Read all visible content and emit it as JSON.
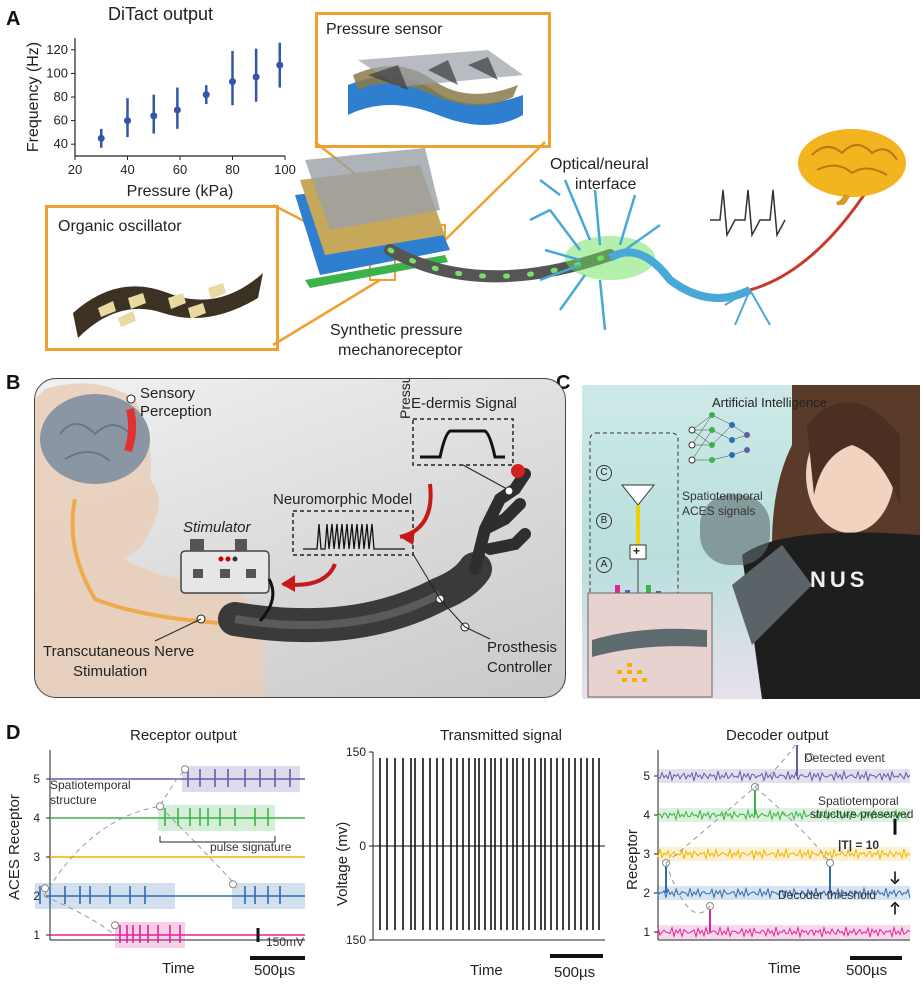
{
  "panels": {
    "a": "A",
    "b": "B",
    "c": "C",
    "d": "D"
  },
  "panelA": {
    "chart_title": "DiTact output",
    "pressure_sensor": "Pressure sensor",
    "organic_oscillator": "Organic oscillator",
    "interface_line1": "Optical/neural",
    "interface_line2": "interface",
    "mech_line1": "Synthetic pressure",
    "mech_line2": "mechanoreceptor"
  },
  "panelB": {
    "sensory_line1": "Sensory",
    "sensory_line2": "Perception",
    "edermis": "E-dermis Signal",
    "pressure_axis": "Pressure (kPa)",
    "neuromorphic": "Neuromorphic Model",
    "stimulator": "Stimulator",
    "tns_line1": "Transcutaneous Nerve",
    "tns_line2": "Stimulation",
    "prosthesis_line1": "Prosthesis",
    "prosthesis_line2": "Controller"
  },
  "panelC": {
    "ai": "Artificial Intelligence",
    "spatio_line1": "Spatiotemporal",
    "spatio_line2": "ACES signals",
    "stage_c": "C",
    "stage_b": "B",
    "stage_a": "A",
    "shirt": "NUS",
    "plus": "+"
  },
  "panelD": {
    "receptor": {
      "title": "Receptor output",
      "ylabel": "ACES Receptor",
      "xlabel": "Time",
      "yticks": [
        "1",
        "2",
        "3",
        "4",
        "5"
      ],
      "ann_spatio_line1": "Spatiotemporal",
      "ann_spatio_line2": "structure",
      "ann_pulse": "pulse signature",
      "scale_v": "150mV",
      "scale_t": "500µs"
    },
    "transmitted": {
      "title": "Transmitted signal",
      "ylabel": "Voltage (mv)",
      "xlabel": "Time",
      "yticks": [
        "150",
        "0",
        "-150"
      ],
      "scale_t": "500µs"
    },
    "decoder": {
      "title": "Decoder output",
      "ylabel": "Receptor",
      "xlabel": "Time",
      "yticks": [
        "1",
        "2",
        "3",
        "4",
        "5"
      ],
      "legend": "Detected event",
      "ann_preserved_line1": "Spatiotemporal",
      "ann_preserved_line2": "structure preserved",
      "ann_t": "|T| = 10",
      "ann_threshold": "Decoder threshold",
      "scale_t": "500µs"
    },
    "colors": {
      "r1": "#e0259a",
      "r2": "#2f6cb4",
      "r3": "#f0b400",
      "r4": "#3bb34a",
      "r5": "#6a5aa8"
    }
  },
  "chart_data": {
    "type": "scatter",
    "title": "DiTact output",
    "xlabel": "Pressure (kPa)",
    "ylabel": "Frequency (Hz)",
    "xlim": [
      20,
      100
    ],
    "ylim": [
      30,
      130
    ],
    "xticks": [
      "20",
      "40",
      "60",
      "80",
      "100"
    ],
    "yticks": [
      "40",
      "60",
      "80",
      "100",
      "120"
    ],
    "series": [
      {
        "x": [
          30,
          40,
          50,
          59,
          70,
          80,
          89,
          98
        ],
        "y": [
          45,
          60,
          64,
          69,
          82,
          93,
          97,
          107
        ],
        "err_low": [
          37,
          46,
          49,
          53,
          74,
          73,
          76,
          88
        ],
        "err_high": [
          53,
          79,
          82,
          88,
          90,
          119,
          121,
          126
        ]
      }
    ],
    "grid": false,
    "color": "#3357a6"
  }
}
